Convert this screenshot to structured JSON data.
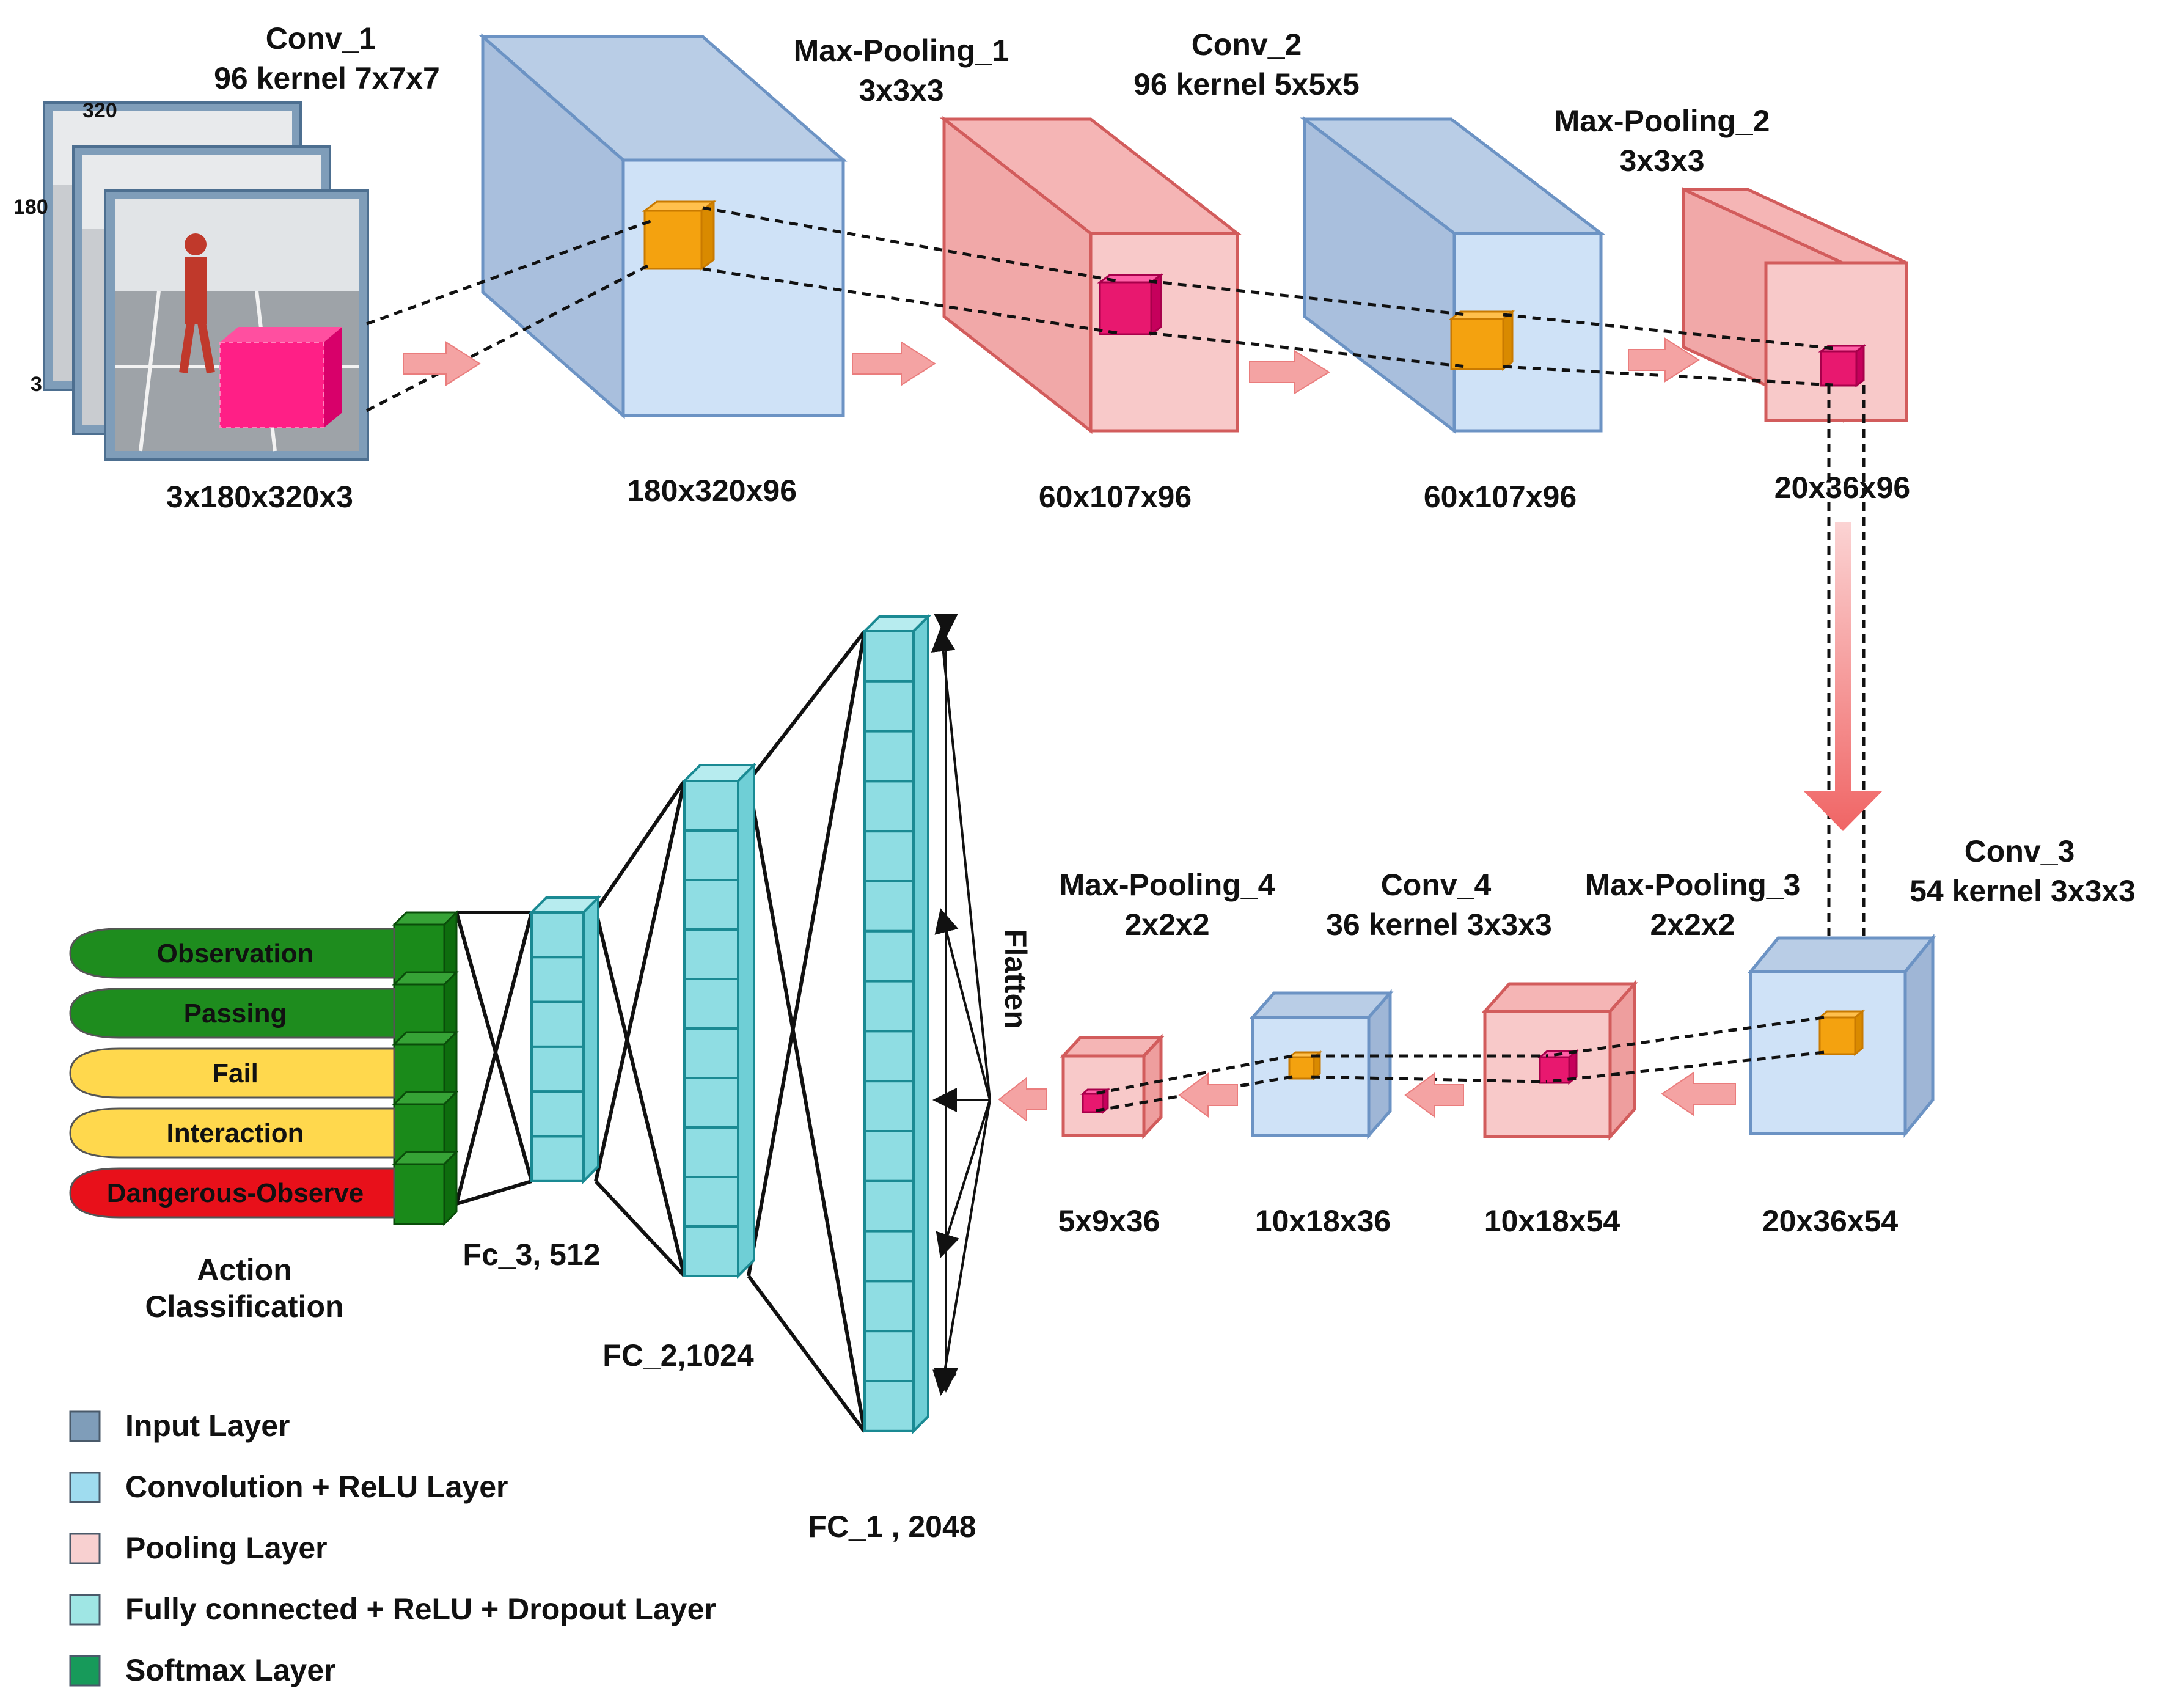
{
  "layers": {
    "conv1": {
      "name": "Conv_1",
      "detail": "96 kernel 7x7x7"
    },
    "pool1": {
      "name": "Max-Pooling_1",
      "detail": "3x3x3"
    },
    "conv2": {
      "name": "Conv_2",
      "detail": "96 kernel 5x5x5"
    },
    "pool2": {
      "name": "Max-Pooling_2",
      "detail": "3x3x3"
    },
    "conv3": {
      "name": "Conv_3",
      "detail": "54 kernel 3x3x3"
    },
    "pool3": {
      "name": "Max-Pooling_3",
      "detail": "2x2x2"
    },
    "conv4": {
      "name": "Conv_4",
      "detail": "36 kernel 3x3x3"
    },
    "pool4": {
      "name": "Max-Pooling_4",
      "detail": "2x2x2"
    }
  },
  "input": {
    "width_label": "320",
    "height_label": "180",
    "depth_label": "3"
  },
  "dims": {
    "input": "3x180x320x3",
    "conv1": "180x320x96",
    "pool1": "60x107x96",
    "conv2": "60x107x96",
    "pool2": "20x36x96",
    "conv3": "20x36x54",
    "pool3": "10x18x54",
    "conv4": "10x18x36",
    "pool4": "5x9x36"
  },
  "fc": {
    "flatten": "Flatten",
    "fc1": "FC_1 , 2048",
    "fc2": "FC_2,1024",
    "fc3": "Fc_3, 512"
  },
  "actions": [
    {
      "label": "Observation",
      "color": "#1e8c1e"
    },
    {
      "label": "Passing",
      "color": "#1e8c1e"
    },
    {
      "label": "Fail",
      "color": "#ffd84d"
    },
    {
      "label": "Interaction",
      "color": "#ffd84d"
    },
    {
      "label": "Dangerous-Observe",
      "color": "#e8101a"
    }
  ],
  "classification": {
    "line1": "Action",
    "line2": "Classification"
  },
  "legend": [
    {
      "label": "Input Layer",
      "color": "#7f9db9"
    },
    {
      "label": "Convolution + ReLU Layer",
      "color": "#9fdcef"
    },
    {
      "label": "Pooling Layer",
      "color": "#f8d0d0"
    },
    {
      "label": "Fully connected + ReLU + Dropout Layer",
      "color": "#9fe6e4"
    },
    {
      "label": "Softmax Layer",
      "color": "#179a5a"
    }
  ],
  "colors": {
    "conv": "#cfe2f7",
    "conv_stroke": "#6c93c4",
    "pool": "#f8c9c9",
    "pool_stroke": "#d25c5c",
    "kernel_orange": "#f4a20f",
    "kernel_pink": "#e8186f",
    "fc_cell": "#8fdde3",
    "fc_stroke": "#1a8a93",
    "softmax": "#1a8a1a",
    "arrow": "#f4a3a3"
  }
}
